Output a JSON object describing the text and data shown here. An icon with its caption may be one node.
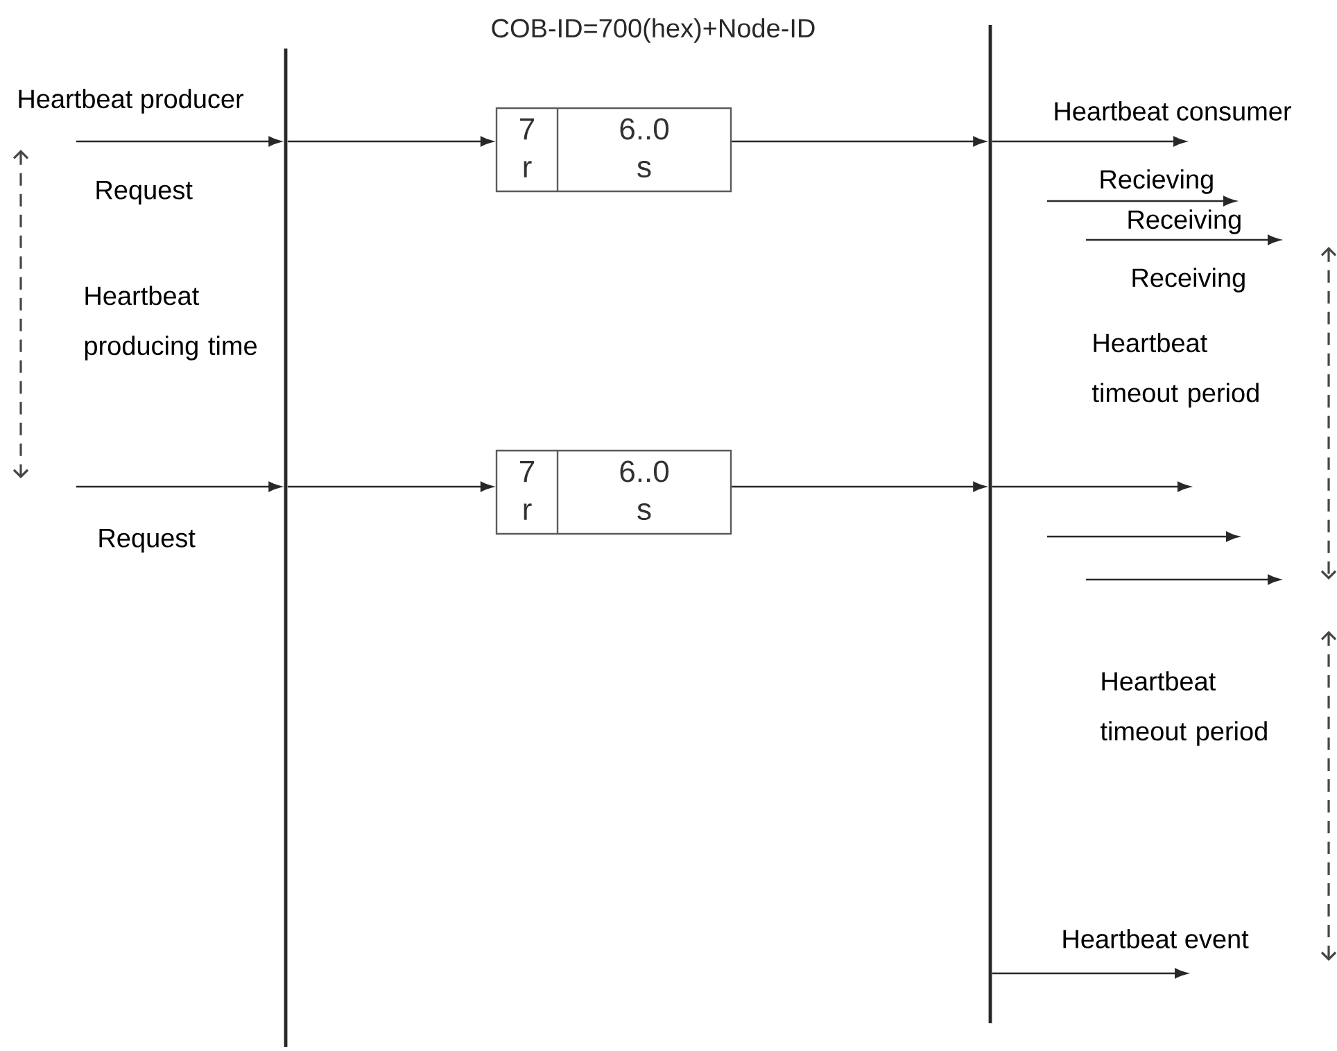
{
  "diagram": {
    "title": "COB-ID=700(hex)+Node-ID",
    "nodes": [
      {
        "text": [],
        "shape": "bar"
      },
      {
        "text": [
          "7",
          "6..0",
          "r",
          "s"
        ]
      },
      {
        "text": [
          "7",
          "6..0",
          "r",
          "s"
        ]
      },
      {
        "text": [],
        "shape": "bar"
      }
    ],
    "edges": [
      {
        "from": null,
        "to": 0,
        "arrow": "to"
      },
      {
        "from": 0,
        "to": 1,
        "arrow": "to"
      },
      {
        "from": 1,
        "to": 3,
        "arrow": "to"
      },
      {
        "from": 3,
        "to": null,
        "arrow": "to",
        "label": "Heartbeat consumer"
      },
      {
        "from": null,
        "to": 0,
        "arrow": "to"
      },
      {
        "from": 0,
        "to": 2,
        "arrow": "to"
      },
      {
        "from": 2,
        "to": 3,
        "arrow": "to"
      },
      {
        "from": 3,
        "to": null,
        "arrow": "to"
      },
      {
        "from": 3,
        "to": null,
        "arrow": "to"
      }
    ],
    "labels": [
      "Heartbeat producer",
      "Recieving",
      "Request",
      "Receiving",
      "Receiving",
      "Heartbeat producing time",
      "Heartbeat timeout period",
      "Request",
      "Heartbeat timeout period",
      "Heartbeat event"
    ]
  }
}
